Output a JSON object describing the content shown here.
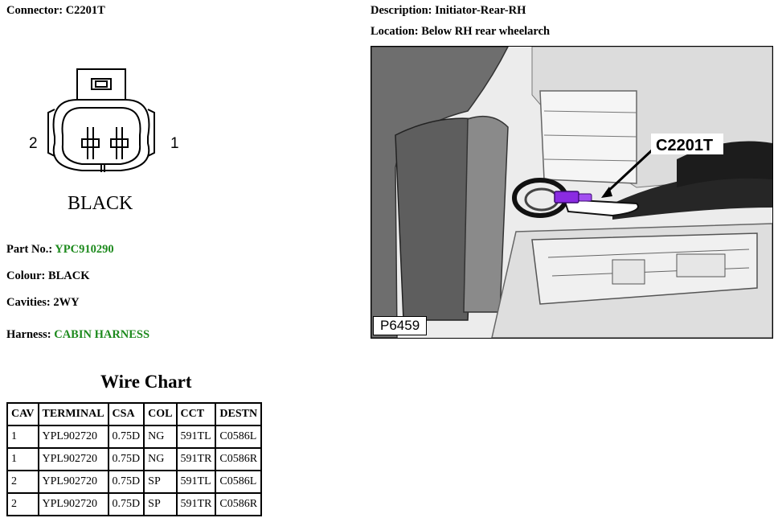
{
  "connector": {
    "label": "Connector:",
    "value": "C2201T",
    "drawing": {
      "color_text": "BLACK",
      "pin_left": "2",
      "pin_right": "1"
    }
  },
  "description": {
    "label": "Description:",
    "value": "Initiator-Rear-RH"
  },
  "location": {
    "label": "Location:",
    "value": "Below RH rear wheelarch"
  },
  "details": {
    "part_no_label": "Part No.:",
    "part_no": "YPC910290",
    "colour_label": "Colour:",
    "colour": "BLACK",
    "cavities_label": "Cavities:",
    "cavities": "2WY",
    "harness_label": "Harness:",
    "harness": "CABIN HARNESS",
    "link_color": "#1d8a1d"
  },
  "wire_chart": {
    "title": "Wire Chart",
    "headers": [
      "CAV",
      "TERMINAL",
      "CSA",
      "COL",
      "CCT",
      "DESTN"
    ],
    "rows": [
      [
        "1",
        "YPL902720",
        "0.75D",
        "NG",
        "591TL",
        "C0586L"
      ],
      [
        "1",
        "YPL902720",
        "0.75D",
        "NG",
        "591TR",
        "C0586R"
      ],
      [
        "2",
        "YPL902720",
        "0.75D",
        "SP",
        "591TL",
        "C0586L"
      ],
      [
        "2",
        "YPL902720",
        "0.75D",
        "SP",
        "591TR",
        "C0586R"
      ]
    ]
  },
  "photo": {
    "callout": "C2201T",
    "reference": "P6459",
    "connector_color": "#8a2be2"
  }
}
